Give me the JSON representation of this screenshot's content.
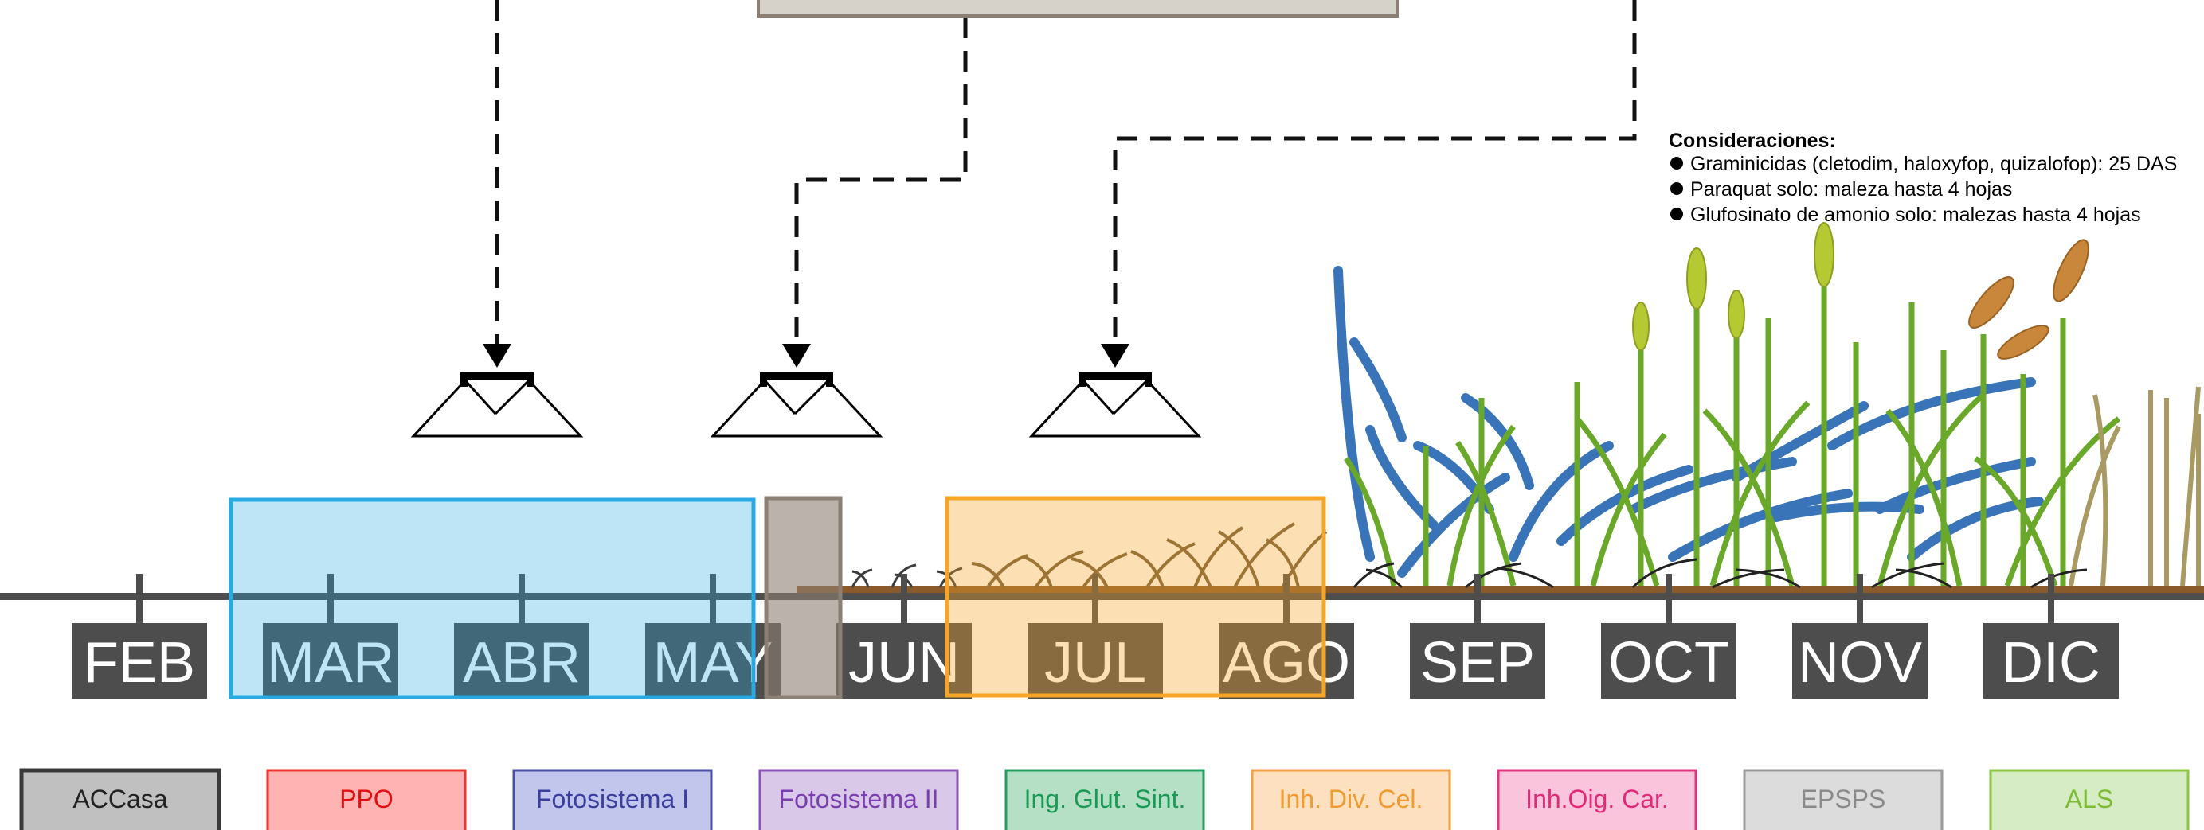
{
  "timeline": {
    "months": [
      "FEB",
      "MAR",
      "ABR",
      "MAY",
      "JUN",
      "JUL",
      "AGO",
      "SEP",
      "OCT",
      "NOV",
      "DIC"
    ]
  },
  "considerations": {
    "title": "Consideraciones:",
    "items": [
      "Graminicidas (cletodim, haloxyfop, quizalofop): 25 DAS",
      "Paraquat solo: maleza hasta 4 hojas",
      "Glufosinato de amonio solo: malezas hasta 4 hojas"
    ]
  },
  "legend": [
    {
      "label": "ACCasa",
      "fill": "#c0c0c0",
      "stroke": "#3a3a3a",
      "text": "#222222"
    },
    {
      "label": "PPO",
      "fill": "#ffb3b3",
      "stroke": "#ee3333",
      "text": "#e01010"
    },
    {
      "label": "Fotosistema I",
      "fill": "#c3c6ec",
      "stroke": "#4b4fa6",
      "text": "#3a3f9e"
    },
    {
      "label": "Fotosistema II",
      "fill": "#d9c8e8",
      "stroke": "#8a55b8",
      "text": "#7a3fae"
    },
    {
      "label": "Ing. Glut. Sint.",
      "fill": "#b6e0c6",
      "stroke": "#22a060",
      "text": "#1a9a55"
    },
    {
      "label": "Inh. Div. Cel.",
      "fill": "#fde0c0",
      "stroke": "#f0a040",
      "text": "#f09a30"
    },
    {
      "label": "Inh.Oig. Car.",
      "fill": "#f9c4dc",
      "stroke": "#e0357e",
      "text": "#e02a78"
    },
    {
      "label": "EPSPS",
      "fill": "#dcdcdc",
      "stroke": "#9a9a9a",
      "text": "#8a8a8a"
    },
    {
      "label": "ALS",
      "fill": "#d6ecc4",
      "stroke": "#8cc63f",
      "text": "#7dbb35"
    }
  ],
  "colors": {
    "timeline_bar": "#4d4d4d",
    "blue_window": "#29a9e1",
    "gray_window": "#8c7f73",
    "orange_window": "#f7a524"
  }
}
